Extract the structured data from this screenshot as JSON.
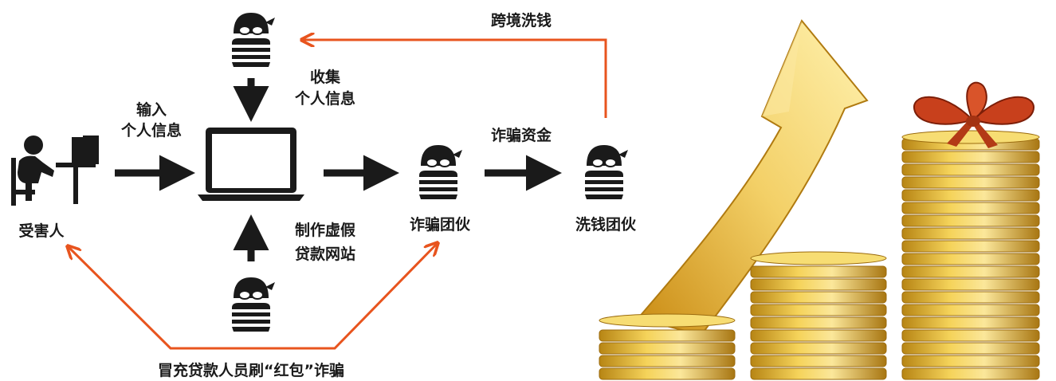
{
  "diagram": {
    "nodes": {
      "victim": "受害人",
      "fraud_gang": "诈骗团伙",
      "laundering_gang": "洗钱团伙"
    },
    "edges": {
      "input_info": [
        "输入",
        "个人信息"
      ],
      "collect_info": [
        "收集",
        "个人信息"
      ],
      "fake_site": [
        "制作虚假",
        "贷款网站"
      ],
      "fraud_funds": "诈骗资金",
      "cross_border": "跨境洗钱",
      "impersonation": "冒充贷款人员刷“红包”诈骗"
    },
    "colors": {
      "arrow_dark": "#1a1a1a",
      "arrow_orange": "#e8541e",
      "coin_gold": "#e2b52a",
      "ribbon_red": "#c8401c"
    },
    "icons": [
      "victim-at-computer-icon",
      "laptop-icon",
      "hacker-icon",
      "rising-arrow-icon",
      "coin-stack-icon",
      "gift-bow-icon"
    ]
  }
}
